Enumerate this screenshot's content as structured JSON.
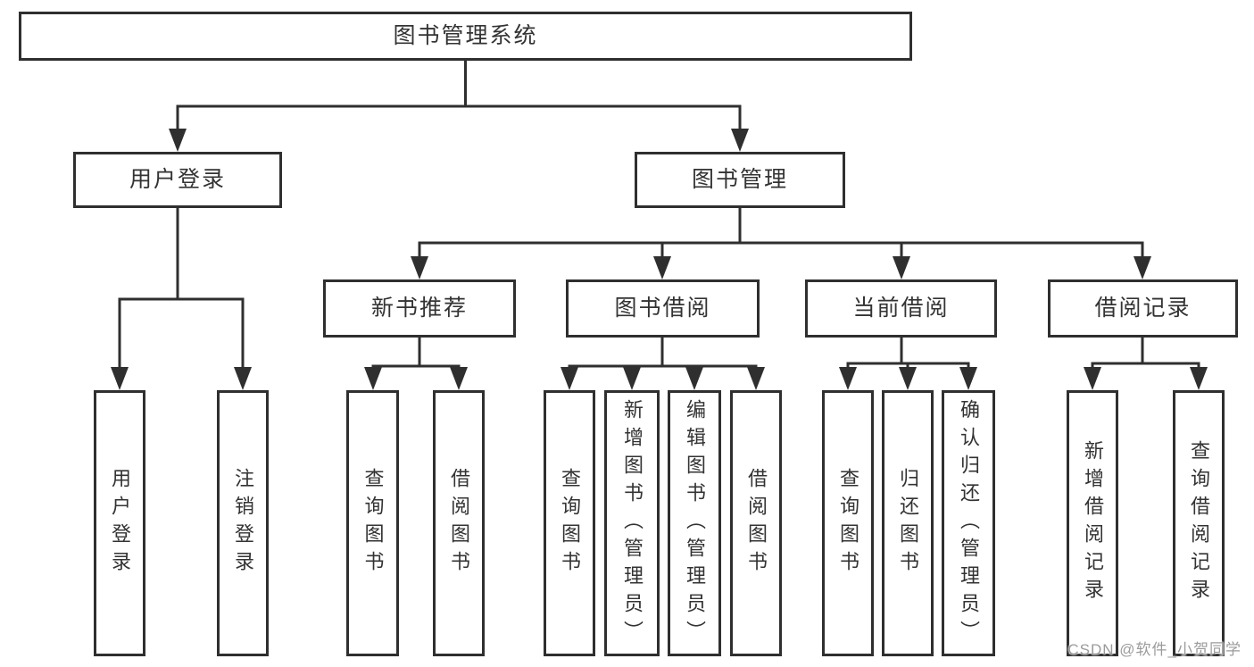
{
  "tree": {
    "label": "图书管理系统",
    "children": [
      {
        "label": "用户登录",
        "children": [
          {
            "label": "用户登录"
          },
          {
            "label": "注销登录"
          }
        ]
      },
      {
        "label": "图书管理",
        "children": [
          {
            "label": "新书推荐",
            "children": [
              {
                "label": "查询图书"
              },
              {
                "label": "借阅图书"
              }
            ]
          },
          {
            "label": "图书借阅",
            "children": [
              {
                "label": "查询图书"
              },
              {
                "label": "新增图书（管理员）"
              },
              {
                "label": "编辑图书（管理员）"
              },
              {
                "label": "借阅图书"
              }
            ]
          },
          {
            "label": "当前借阅",
            "children": [
              {
                "label": "查询图书"
              },
              {
                "label": "归还图书"
              },
              {
                "label": "确认归还（管理员）"
              }
            ]
          },
          {
            "label": "借阅记录",
            "children": [
              {
                "label": "新增借阅记录"
              },
              {
                "label": "查询借阅记录"
              }
            ]
          }
        ]
      }
    ]
  },
  "watermark": "CSDN @软件_小贺同学",
  "colors": {
    "line": "#2f2f2f",
    "box_border": "#2f2f2f",
    "text": "#333333",
    "watermark": "#9b9b9b",
    "background": "#ffffff"
  }
}
